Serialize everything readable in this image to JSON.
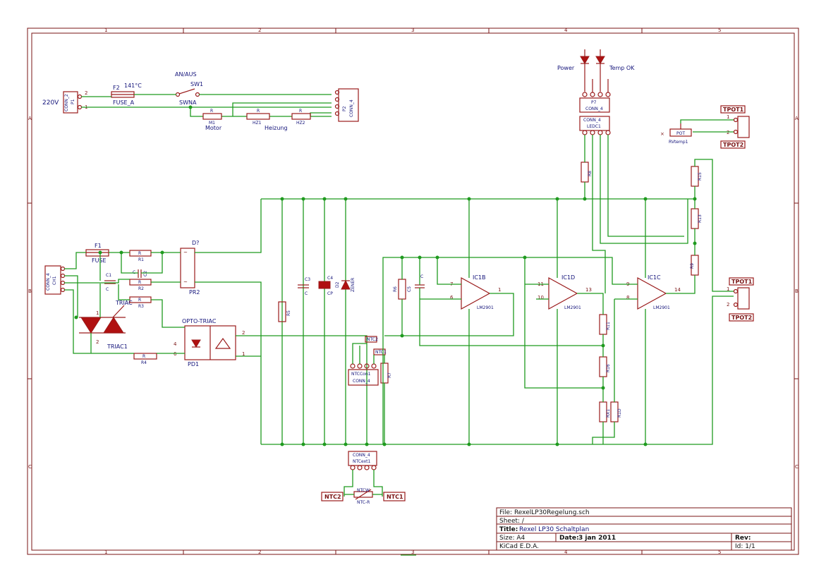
{
  "zones": [
    "1",
    "2",
    "3",
    "4",
    "5"
  ],
  "rows": [
    "A",
    "B",
    "C"
  ],
  "title_block": {
    "file": "File: RexelLP30Regelung.sch",
    "sheet": "Sheet: /",
    "title_label": "Title:",
    "title": "Rexel LP30 Schaltplan",
    "size": "Size: A4",
    "date_label": "Date:",
    "date": "3 jan 2011",
    "rev": "Rev:",
    "tool": "KiCad E.D.A.",
    "id": "Id: 1/1"
  },
  "labels": {
    "v220": "220V",
    "an_aus": "AN/AUS",
    "sw1": "SW1",
    "swna": "SWNA",
    "f2": "F2",
    "temp": "141°C",
    "fuse_a": "FUSE_A",
    "motor": "Motor",
    "heizung": "Heizung",
    "m1": "M1",
    "hz1": "HZ1",
    "hz2": "HZ2",
    "r": "R",
    "conn2": "CONN_2",
    "conn4": "CONN_4",
    "power": "Power",
    "tempok": "Temp OK",
    "p7": "P7",
    "ledc1": "LEDC1",
    "pot": "POT",
    "rvtemp": "RVtemp1",
    "tpot1": "TPOT1",
    "tpot2": "TPOT2",
    "f1": "F1",
    "fuse": "FUSE",
    "c1": "C1",
    "c": "C",
    "r1": "R1",
    "r2": "R2",
    "r3": "R3",
    "r4": "R4",
    "r5": "R5",
    "r6": "R6",
    "r7": "R7",
    "c2": "C2",
    "c3": "C3",
    "c4": "C4",
    "c5": "C5",
    "cp": "CP",
    "zener": "ZENER",
    "d2": "D2",
    "d7": "D?",
    "pr2": "PR2",
    "triac": "TRIAC",
    "triac1": "TRIAC1",
    "opto": "OPTO-TRIAC",
    "pd1": "PD1",
    "ch1": "CH1",
    "ic1b": "IC1B",
    "ic1c": "IC1C",
    "ic1d": "IC1D",
    "lm2901": "LM2901",
    "ntccon1": "NTCCon1",
    "ntcext1": "NTCext1",
    "ntc1": "NTC1",
    "ntc2": "NTC2",
    "ntcr": "NTC-R",
    "ntcw": "NTCW",
    "r8": "R8",
    "r9": "R9",
    "r11": "R11",
    "r12": "R12",
    "r13": "R13",
    "r15": "R15",
    "r16": "R16",
    "rx1": "RX1",
    "r1d": "R1D",
    "p1": "P1",
    "p2": "P2"
  },
  "colors": {
    "wire": "#1f9a1f",
    "component": "#9a1a1a",
    "text": "#13137a",
    "frame": "#7a1414"
  }
}
